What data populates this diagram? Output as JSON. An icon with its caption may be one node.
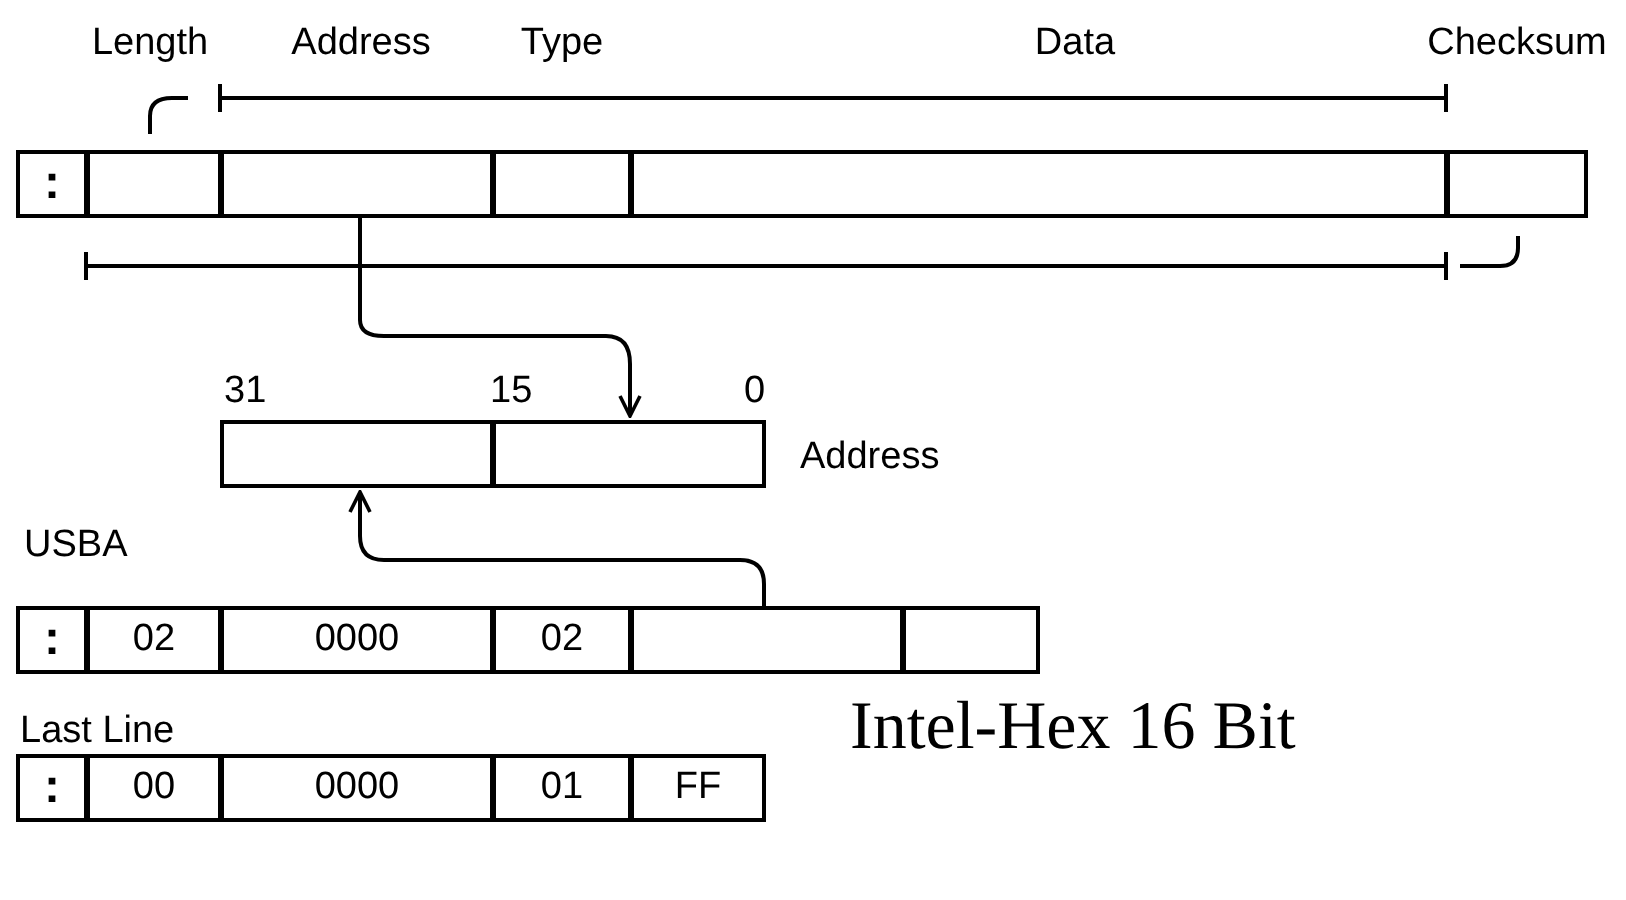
{
  "diagram": {
    "title": "Intel-Hex 16 Bit",
    "nodes": [
      {
        "text": [
          ":"
        ]
      },
      {
        "text": [
          "Length"
        ]
      },
      {
        "text": [
          "Address"
        ]
      },
      {
        "text": [
          "Type"
        ]
      },
      {
        "text": [
          "Data"
        ]
      },
      {
        "text": [
          "Checksum"
        ]
      },
      {
        "text": [],
        "shape": "box"
      },
      {
        "text": [],
        "shape": "box"
      },
      {
        "text": [
          ":"
        ]
      },
      {
        "text": [
          "02"
        ]
      },
      {
        "text": [
          "0000"
        ]
      },
      {
        "text": [
          "02"
        ]
      },
      {
        "text": [],
        "shape": "box"
      },
      {
        "text": [],
        "shape": "box"
      },
      {
        "text": [
          ":"
        ]
      },
      {
        "text": [
          "00"
        ]
      },
      {
        "text": [
          "0000"
        ]
      },
      {
        "text": [
          "01"
        ]
      },
      {
        "text": [
          "FF"
        ]
      }
    ],
    "edges": [
      {
        "from": 2,
        "to": 7,
        "arrow": "to"
      },
      {
        "from": 12,
        "to": 6,
        "arrow": "to"
      }
    ],
    "labels": [
      "31",
      "15",
      "0",
      "Address",
      "USBA",
      "Last Line"
    ]
  }
}
